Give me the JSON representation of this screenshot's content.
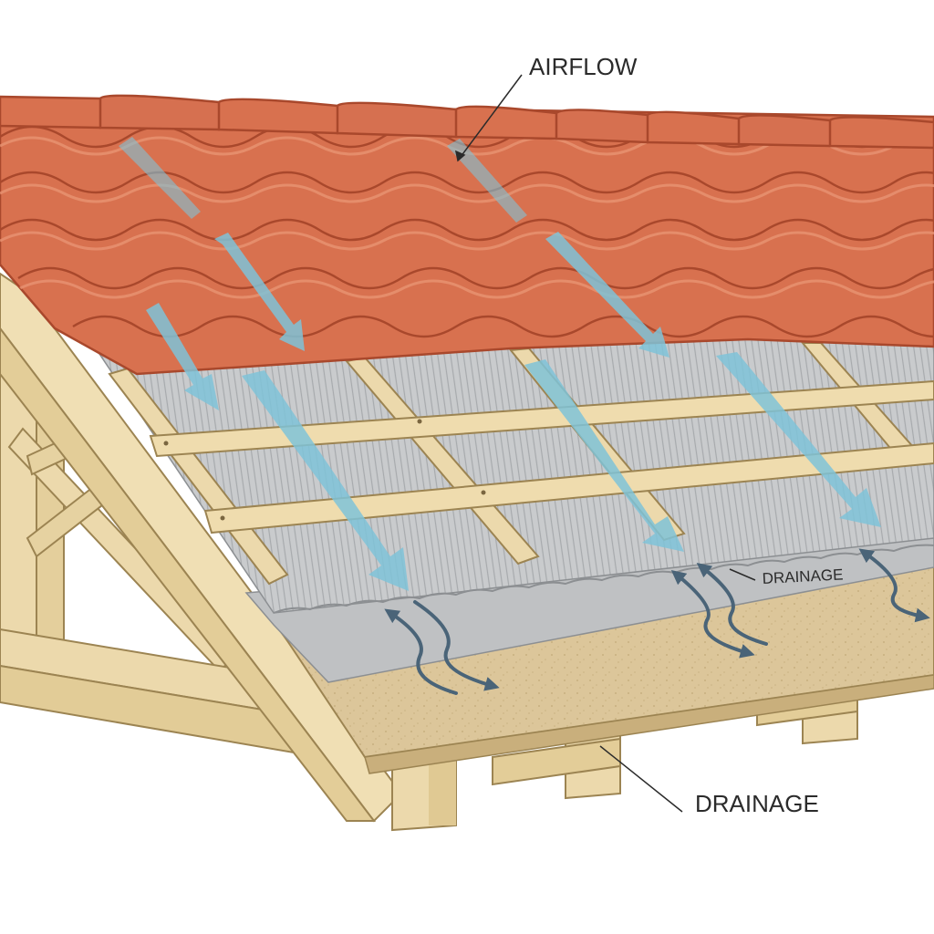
{
  "labels": {
    "airflow": "AIRFLOW",
    "drainage_main": "DRAINAGE",
    "drainage_small": "DRAINAGE"
  },
  "colors": {
    "tile": "#d8714f",
    "tile_dark": "#a9482c",
    "tile_light": "#e99473",
    "timber": "#ecd9ac",
    "timber_edge": "#9c8452",
    "membrane": "#c9cbcd",
    "membrane_rib": "#a7aaad",
    "deck": "#dcc69a",
    "airflow_arrow": "#7fc3d8",
    "moisture_arrow": "#4a6478"
  }
}
